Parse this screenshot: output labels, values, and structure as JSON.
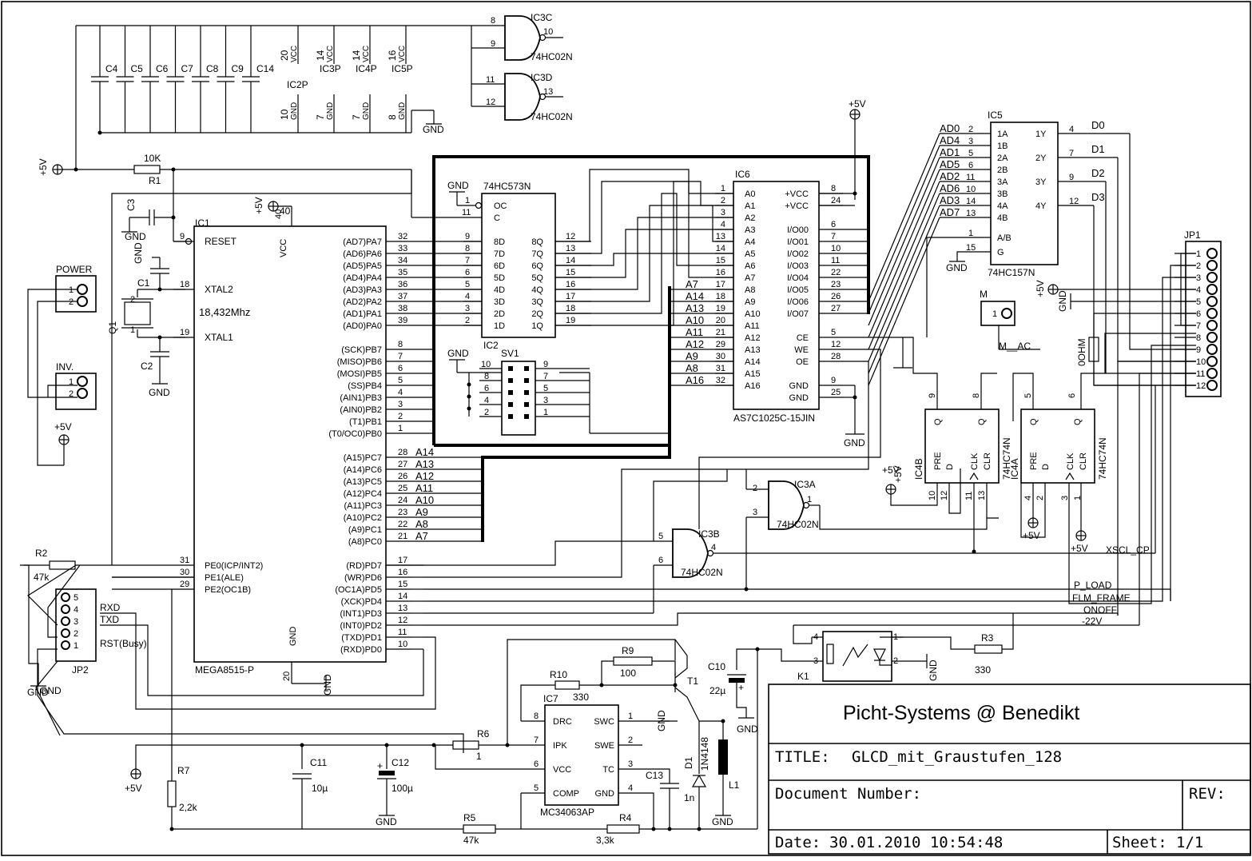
{
  "title_block": {
    "company": "Picht-Systems @ Benedikt",
    "title_label": "TITLE:",
    "title_value": "GLCD_mit_Graustufen_128",
    "doc_label": "Document Number:",
    "rev_label": "REV:",
    "date_label": "Date:",
    "date_value": "30.01.2010 10:54:48",
    "sheet_label": "Sheet:",
    "sheet_value": "1/1"
  },
  "ic1": {
    "ref": "IC1",
    "part": "MEGA8515-P",
    "left_pins": [
      {
        "num": "9",
        "name": "RESET"
      },
      {
        "num": "18",
        "name": "XTAL2"
      },
      {
        "num": "19",
        "name": "XTAL1"
      },
      {
        "num": "31",
        "name": "PE0(ICP/INT2)"
      },
      {
        "num": "30",
        "name": "PE1(ALE)"
      },
      {
        "num": "29",
        "name": "PE2(OC1B)"
      }
    ],
    "top_pins": [
      {
        "num": "40",
        "name": "VCC"
      }
    ],
    "bottom_pins": [
      {
        "num": "20",
        "name": "GND"
      }
    ],
    "right_pins": [
      {
        "num": "32",
        "name": "(AD7)PA7"
      },
      {
        "num": "33",
        "name": "(AD6)PA6"
      },
      {
        "num": "34",
        "name": "(AD5)PA5"
      },
      {
        "num": "35",
        "name": "(AD4)PA4"
      },
      {
        "num": "36",
        "name": "(AD3)PA3"
      },
      {
        "num": "37",
        "name": "(AD2)PA2"
      },
      {
        "num": "38",
        "name": "(AD1)PA1"
      },
      {
        "num": "39",
        "name": "(AD0)PA0"
      },
      {
        "num": "8",
        "name": "(SCK)PB7"
      },
      {
        "num": "7",
        "name": "(MISO)PB6"
      },
      {
        "num": "6",
        "name": "(MOSI)PB5"
      },
      {
        "num": "5",
        "name": "(SS)PB4"
      },
      {
        "num": "4",
        "name": "(AIN1)PB3"
      },
      {
        "num": "3",
        "name": "(AIN0)PB2"
      },
      {
        "num": "2",
        "name": "(T1)PB1"
      },
      {
        "num": "1",
        "name": "(T0/OC0)PB0"
      },
      {
        "num": "28",
        "name": "(A15)PC7"
      },
      {
        "num": "27",
        "name": "(A14)PC6"
      },
      {
        "num": "26",
        "name": "(A13)PC5"
      },
      {
        "num": "25",
        "name": "(A12)PC4"
      },
      {
        "num": "24",
        "name": "(A11)PC3"
      },
      {
        "num": "23",
        "name": "(A10)PC2"
      },
      {
        "num": "22",
        "name": "(A9)PC1"
      },
      {
        "num": "21",
        "name": "(A8)PC0"
      },
      {
        "num": "17",
        "name": "(RD)PD7"
      },
      {
        "num": "16",
        "name": "(WR)PD6"
      },
      {
        "num": "15",
        "name": "(OC1A)PD5"
      },
      {
        "num": "14",
        "name": "(XCK)PD4"
      },
      {
        "num": "13",
        "name": "(INT1)PD3"
      },
      {
        "num": "12",
        "name": "(INT0)PD2"
      },
      {
        "num": "11",
        "name": "(TXD)PD1"
      },
      {
        "num": "10",
        "name": "(RXD)PD0"
      }
    ],
    "crystal_text": "18,432Mhz",
    "port_c_nets": [
      "A14",
      "A13",
      "A12",
      "A11",
      "A10",
      "A9",
      "A8",
      "A7"
    ]
  },
  "ic2": {
    "ref": "IC2",
    "part": "74HC573N",
    "left_pins": [
      {
        "num": "1",
        "name": "OC"
      },
      {
        "num": "11",
        "name": "C"
      },
      {
        "num": "9",
        "name": "8D"
      },
      {
        "num": "8",
        "name": "7D"
      },
      {
        "num": "7",
        "name": "6D"
      },
      {
        "num": "6",
        "name": "5D"
      },
      {
        "num": "5",
        "name": "4D"
      },
      {
        "num": "4",
        "name": "3D"
      },
      {
        "num": "3",
        "name": "2D"
      },
      {
        "num": "2",
        "name": "1D"
      }
    ],
    "right_pins": [
      {
        "num": "12",
        "name": "8Q"
      },
      {
        "num": "13",
        "name": "7Q"
      },
      {
        "num": "14",
        "name": "6Q"
      },
      {
        "num": "15",
        "name": "5Q"
      },
      {
        "num": "16",
        "name": "4Q"
      },
      {
        "num": "17",
        "name": "3Q"
      },
      {
        "num": "18",
        "name": "2Q"
      },
      {
        "num": "19",
        "name": "1Q"
      }
    ]
  },
  "ic6": {
    "ref": "IC6",
    "part": "AS7C1025C-15JIN",
    "left_pins": [
      {
        "num": "1",
        "name": "A0"
      },
      {
        "num": "2",
        "name": "A1"
      },
      {
        "num": "3",
        "name": "A2"
      },
      {
        "num": "4",
        "name": "A3"
      },
      {
        "num": "13",
        "name": "A4"
      },
      {
        "num": "14",
        "name": "A5"
      },
      {
        "num": "15",
        "name": "A6"
      },
      {
        "num": "16",
        "name": "A7"
      },
      {
        "num": "17",
        "name": "A8"
      },
      {
        "num": "18",
        "name": "A9"
      },
      {
        "num": "19",
        "name": "A10"
      },
      {
        "num": "20",
        "name": "A11"
      },
      {
        "num": "21",
        "name": "A12"
      },
      {
        "num": "29",
        "name": "A13"
      },
      {
        "num": "30",
        "name": "A14"
      },
      {
        "num": "31",
        "name": "A15"
      },
      {
        "num": "32",
        "name": "A16"
      }
    ],
    "right_pins": [
      {
        "num": "8",
        "name": "+VCC"
      },
      {
        "num": "24",
        "name": "+VCC"
      },
      {
        "num": "6",
        "name": "I/O00"
      },
      {
        "num": "7",
        "name": "I/O01"
      },
      {
        "num": "10",
        "name": "I/O02"
      },
      {
        "num": "11",
        "name": "I/O03"
      },
      {
        "num": "22",
        "name": "I/O04"
      },
      {
        "num": "23",
        "name": "I/O05"
      },
      {
        "num": "26",
        "name": "I/O06"
      },
      {
        "num": "27",
        "name": "I/O07"
      },
      {
        "num": "5",
        "name": "CE"
      },
      {
        "num": "12",
        "name": "WE"
      },
      {
        "num": "28",
        "name": "OE"
      },
      {
        "num": "9",
        "name": "GND"
      },
      {
        "num": "25",
        "name": "GND"
      }
    ],
    "left_nets": [
      "A7",
      "A14",
      "A13",
      "A10",
      "A11",
      "A12",
      "A9",
      "A8",
      "A16"
    ]
  },
  "ic5": {
    "ref": "IC5",
    "part": "74HC157N",
    "left_pins": [
      {
        "num": "2",
        "name": "1A"
      },
      {
        "num": "3",
        "name": "1B"
      },
      {
        "num": "5",
        "name": "2A"
      },
      {
        "num": "6",
        "name": "2B"
      },
      {
        "num": "11",
        "name": "3A"
      },
      {
        "num": "10",
        "name": "3B"
      },
      {
        "num": "14",
        "name": "4A"
      },
      {
        "num": "13",
        "name": "4B"
      },
      {
        "num": "1",
        "name": "A/B"
      },
      {
        "num": "15",
        "name": "G"
      }
    ],
    "right_pins": [
      {
        "num": "4",
        "name": "1Y"
      },
      {
        "num": "7",
        "name": "2Y"
      },
      {
        "num": "9",
        "name": "3Y"
      },
      {
        "num": "12",
        "name": "4Y"
      }
    ],
    "in_nets": [
      "AD0",
      "AD4",
      "AD1",
      "AD5",
      "AD2",
      "AD6",
      "AD3",
      "AD7"
    ],
    "out_nets": [
      "D0",
      "D1",
      "D2",
      "D3"
    ]
  },
  "gates": [
    {
      "ref": "IC3C",
      "part": "74HC02N",
      "in_pins": [
        "8",
        "9"
      ],
      "out_pin": "10"
    },
    {
      "ref": "IC3D",
      "part": "74HC02N",
      "in_pins": [
        "11",
        "12"
      ],
      "out_pin": "13"
    },
    {
      "ref": "IC3A",
      "part": "74HC02N",
      "in_pins": [
        "2",
        "3"
      ],
      "out_pin": "1"
    },
    {
      "ref": "IC3B",
      "part": "74HC02N",
      "in_pins": [
        "5",
        "6"
      ],
      "out_pin": "4"
    }
  ],
  "flipflops": [
    {
      "ref": "IC4B",
      "part": "74HC74N",
      "top_pins": [
        {
          "num": "9",
          "name": "Q"
        },
        {
          "num": "8",
          "name": "Q"
        }
      ],
      "bottom_pins": [
        {
          "num": "10",
          "name": "PRE"
        },
        {
          "num": "12",
          "name": "D"
        },
        {
          "num": "11",
          "name": "CLK"
        },
        {
          "num": "13",
          "name": "CLR"
        }
      ]
    },
    {
      "ref": "IC4A",
      "part": "74HC74N",
      "top_pins": [
        {
          "num": "5",
          "name": "Q"
        },
        {
          "num": "6",
          "name": "Q"
        }
      ],
      "bottom_pins": [
        {
          "num": "4",
          "name": "PRE"
        },
        {
          "num": "2",
          "name": "D"
        },
        {
          "num": "3",
          "name": "CLK"
        },
        {
          "num": "1",
          "name": "CLR"
        }
      ]
    }
  ],
  "ic7": {
    "ref": "IC7",
    "part": "MC34063AP",
    "left_pins": [
      {
        "num": "8",
        "name": "DRC"
      },
      {
        "num": "7",
        "name": "IPK"
      },
      {
        "num": "6",
        "name": "VCC"
      },
      {
        "num": "5",
        "name": "COMP"
      }
    ],
    "right_pins": [
      {
        "num": "1",
        "name": "SWC"
      },
      {
        "num": "2",
        "name": "SWE"
      },
      {
        "num": "3",
        "name": "TC"
      },
      {
        "num": "4",
        "name": "GND"
      }
    ]
  },
  "power_parts": [
    {
      "ref": "IC2P",
      "vcc": "20",
      "gnd": "10"
    },
    {
      "ref": "IC3P",
      "vcc": "14",
      "gnd": "7"
    },
    {
      "ref": "IC4P",
      "vcc": "14",
      "gnd": "7"
    },
    {
      "ref": "IC5P",
      "vcc": "16",
      "gnd": "8"
    }
  ],
  "decoupling_caps": [
    "C4",
    "C5",
    "C6",
    "C7",
    "C8",
    "C9",
    "C14"
  ],
  "connectors": {
    "power": {
      "ref": "POWER",
      "pins": [
        "1",
        "2"
      ]
    },
    "inv": {
      "ref": "INV.",
      "pins": [
        "1",
        "2"
      ]
    },
    "jp2": {
      "ref": "JP2",
      "pins": [
        "5",
        "4",
        "3",
        "2",
        "1"
      ],
      "nets": [
        "RXD",
        "TXD",
        "RST(Busy)"
      ]
    },
    "jp1": {
      "ref": "JP1",
      "pins": [
        "1",
        "2",
        "3",
        "4",
        "5",
        "6",
        "7",
        "8",
        "9",
        "10",
        "11",
        "12"
      ]
    },
    "m": {
      "ref": "M",
      "pins": [
        "1"
      ],
      "net": "M__AC"
    },
    "sv1": {
      "ref": "SV1",
      "left_pins": [
        "10",
        "8",
        "6",
        "4",
        "2"
      ],
      "right_pins": [
        "9",
        "7",
        "5",
        "3",
        "1"
      ]
    }
  },
  "passives": [
    {
      "ref": "R1",
      "value": "10K"
    },
    {
      "ref": "R2",
      "value": "47k"
    },
    {
      "ref": "R3",
      "value": "330"
    },
    {
      "ref": "R4",
      "value": "3,3k"
    },
    {
      "ref": "R5",
      "value": "47k"
    },
    {
      "ref": "R6",
      "value": "1"
    },
    {
      "ref": "R7",
      "value": "2,2k"
    },
    {
      "ref": "R9",
      "value": "100"
    },
    {
      "ref": "R10",
      "value": "330"
    },
    {
      "ref": "0OHM",
      "value": ""
    },
    {
      "ref": "C1",
      "value": ""
    },
    {
      "ref": "C2",
      "value": ""
    },
    {
      "ref": "C3",
      "value": ""
    },
    {
      "ref": "C10",
      "value": "22µ"
    },
    {
      "ref": "C11",
      "value": "10µ"
    },
    {
      "ref": "C12",
      "value": "100µ"
    },
    {
      "ref": "C13",
      "value": "1n"
    },
    {
      "ref": "D1",
      "value": "1N4148"
    },
    {
      "ref": "L1",
      "value": ""
    },
    {
      "ref": "T1",
      "value": ""
    },
    {
      "ref": "K1",
      "value": ""
    },
    {
      "ref": "Q1",
      "value": ""
    }
  ],
  "nets_text": {
    "plus5v": "+5V",
    "gnd": "GND",
    "xscl_cp": "XSCL_CP",
    "p_load": "P_LOAD",
    "flm_frame": "FLM_FRAME",
    "onoff": "ONOFF",
    "neg22v": "-22V"
  }
}
